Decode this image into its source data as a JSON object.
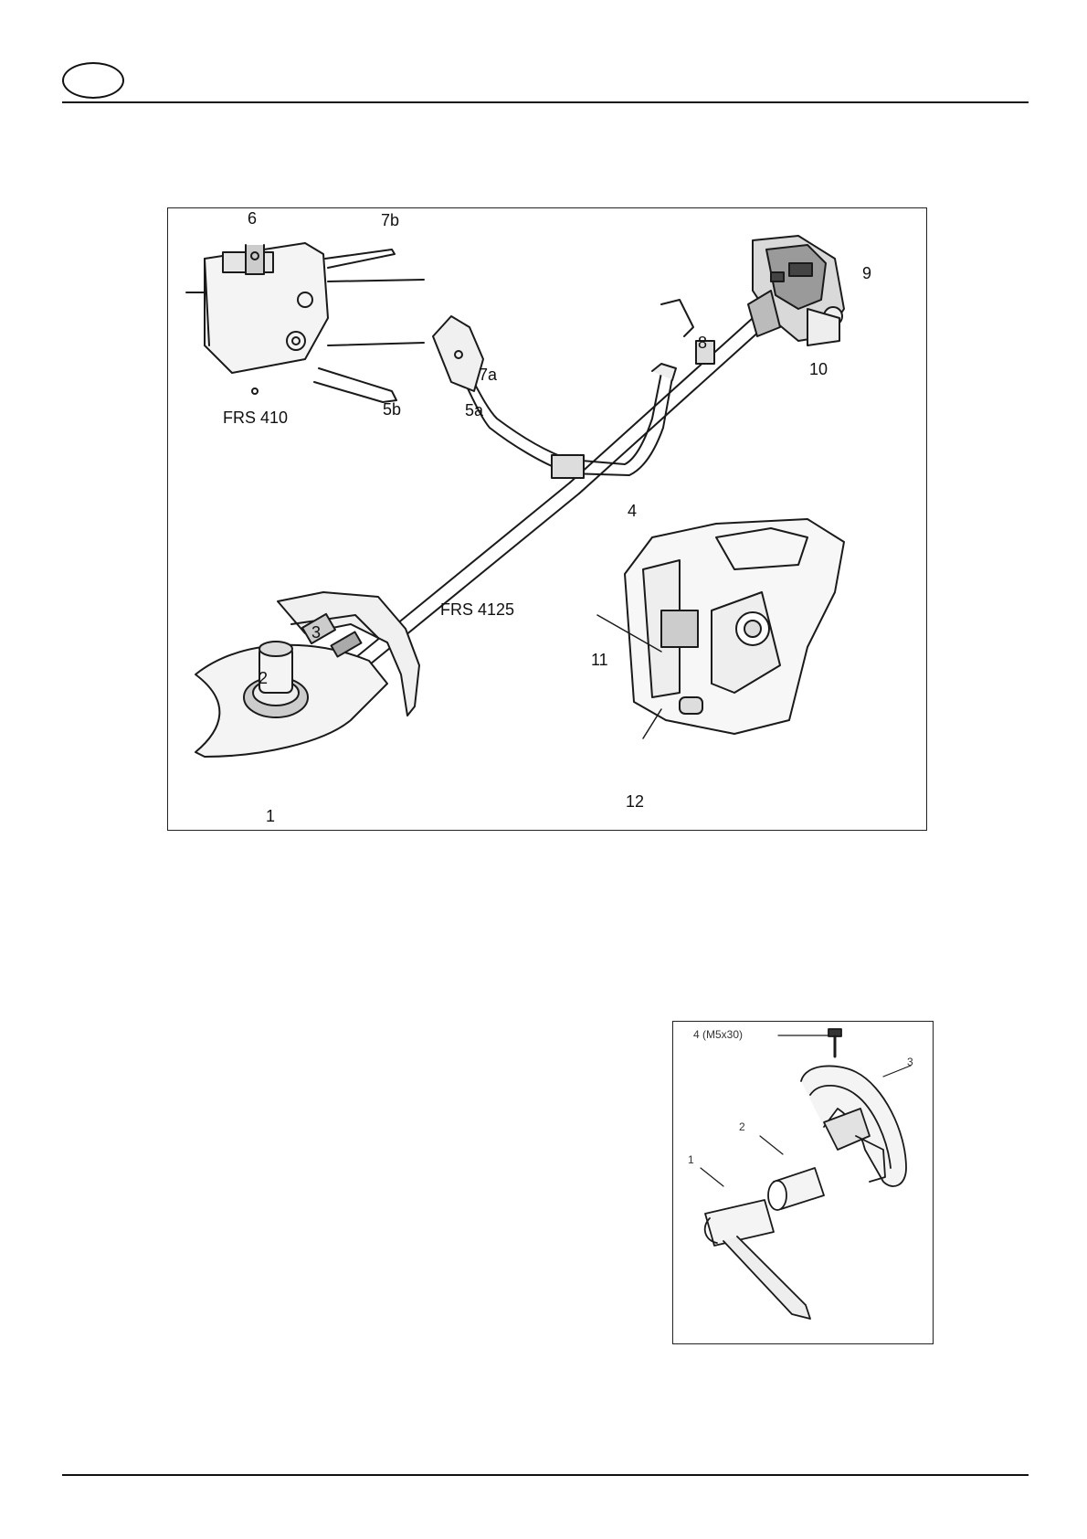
{
  "header": {
    "language_badge": ""
  },
  "figure1": {
    "labels": {
      "n1": "1",
      "n2": "2",
      "n3": "3",
      "n4": "4",
      "n5a": "5a",
      "n5b": "5b",
      "n6": "6",
      "n7a": "7a",
      "n7b": "7b",
      "n8": "8",
      "n9": "9",
      "n10": "10",
      "n11": "11",
      "n12": "12"
    },
    "models": {
      "inset": "FRS 410",
      "main": "FRS 4125"
    }
  },
  "figure2": {
    "labels": {
      "n1": "1",
      "n2": "2",
      "n3": "3",
      "n4": "4 (M5x30)"
    }
  }
}
